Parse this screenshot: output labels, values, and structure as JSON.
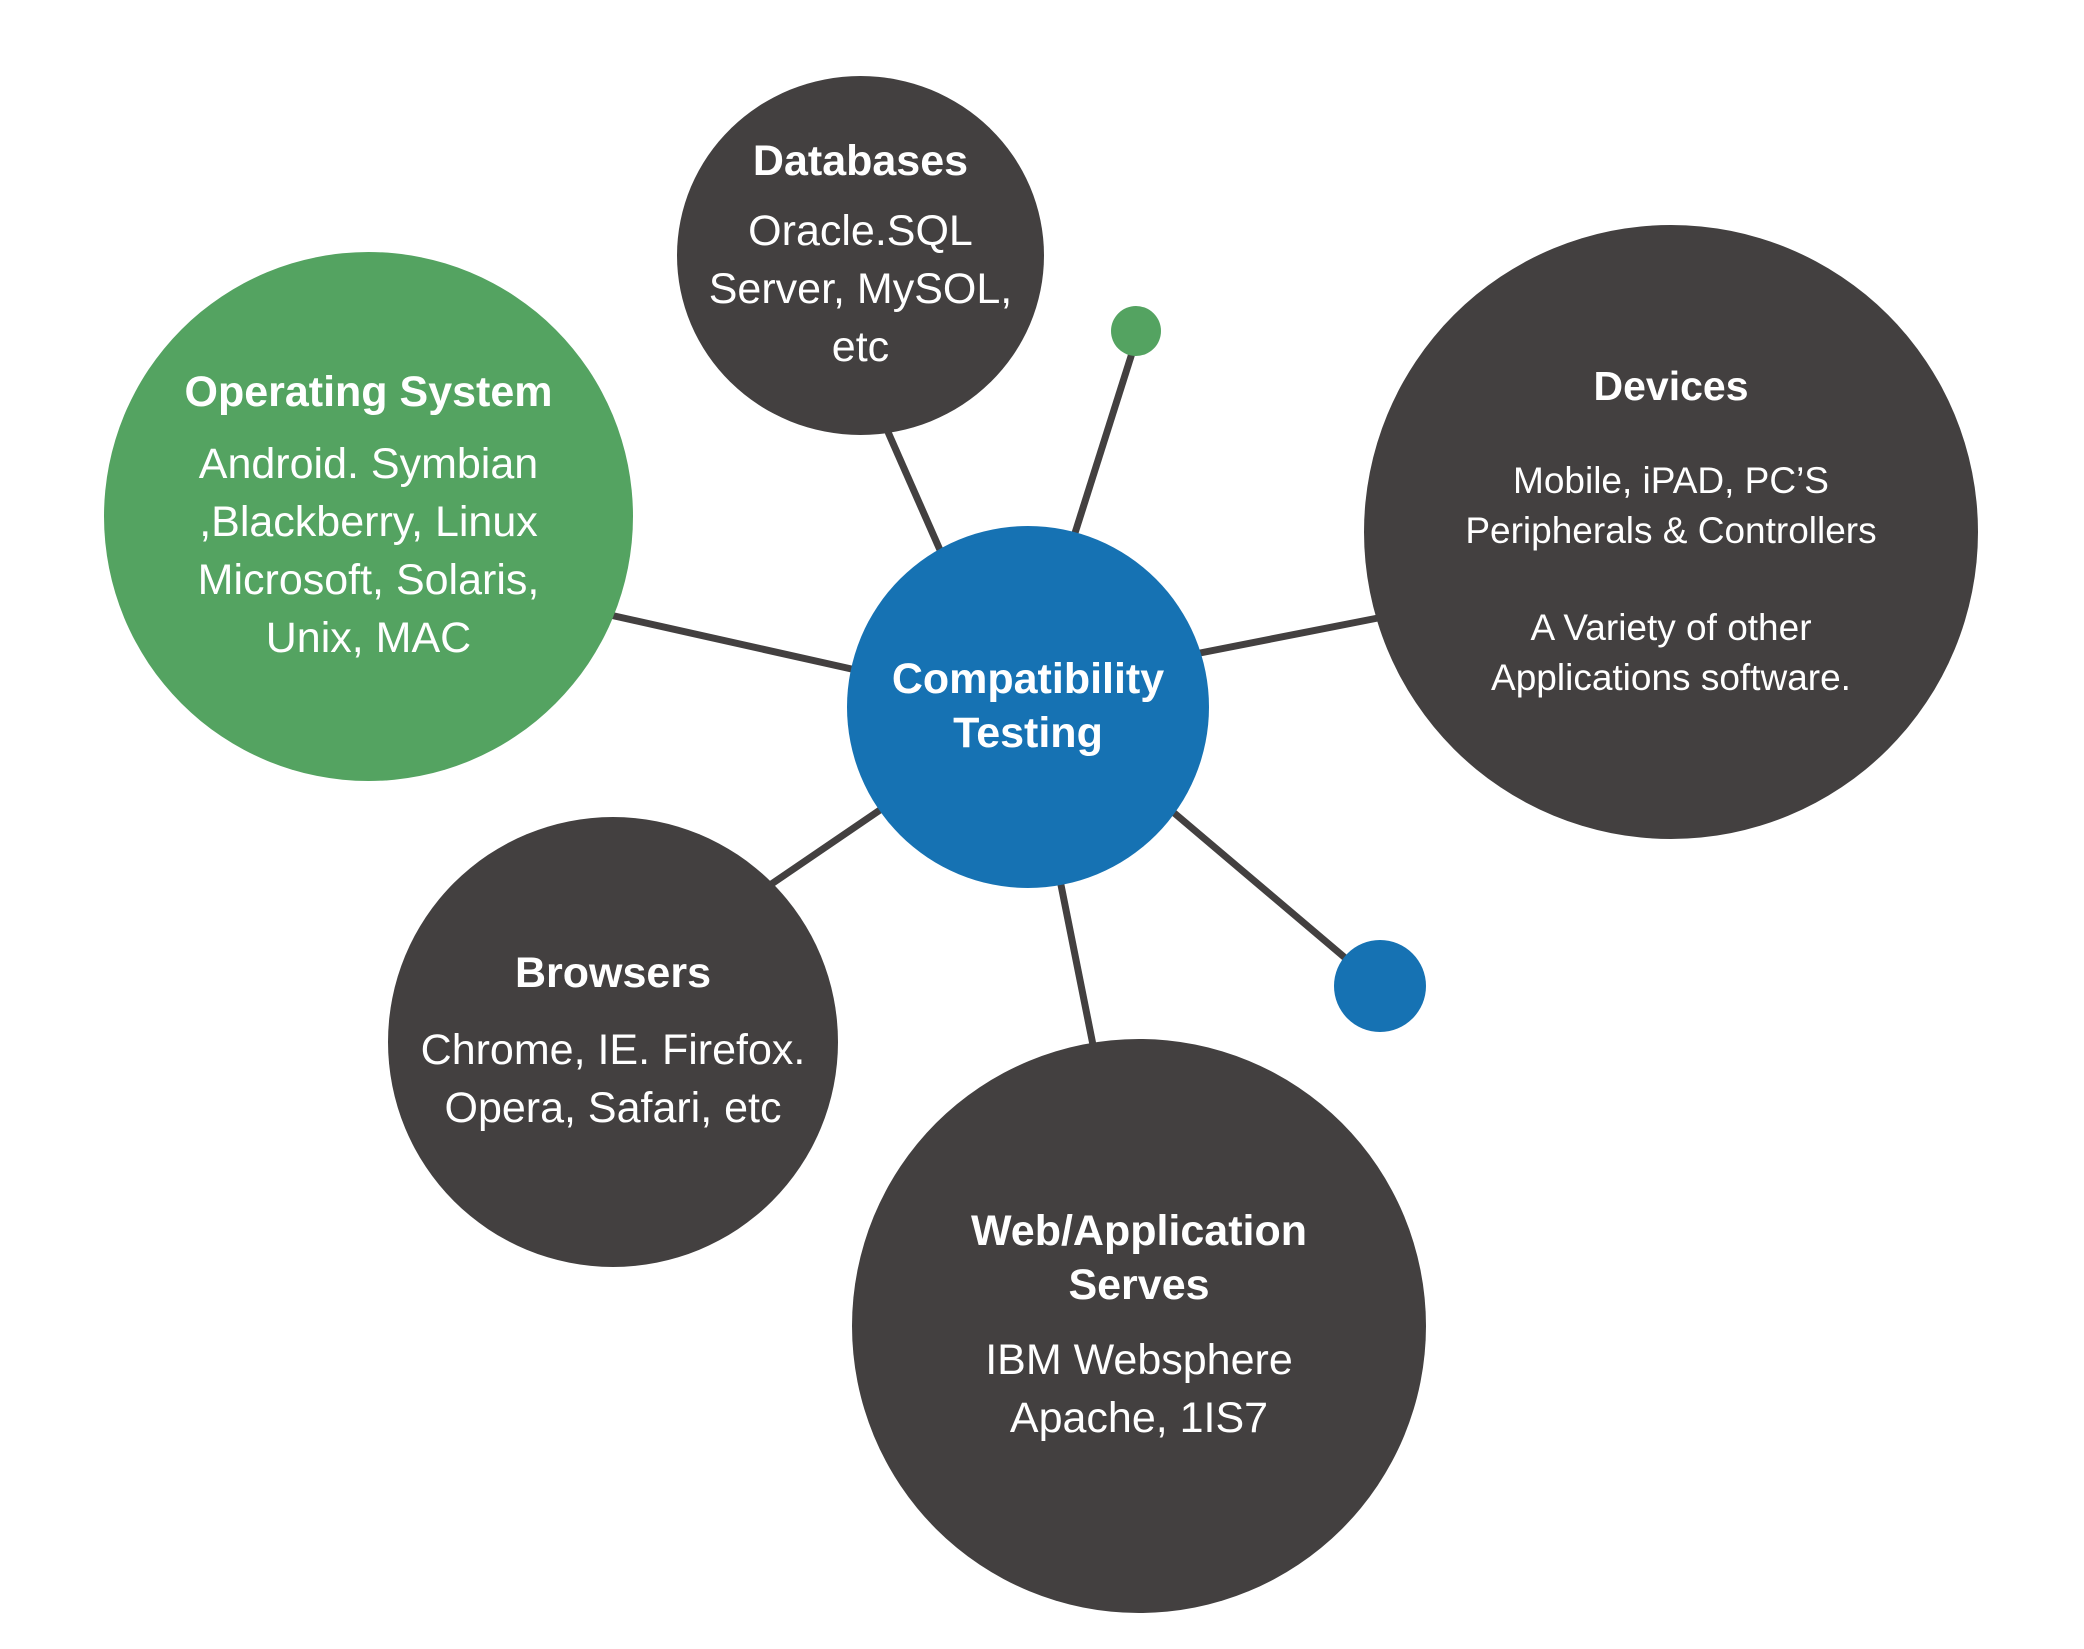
{
  "colors": {
    "dark_node": "#434040",
    "green_node": "#54a361",
    "blue_node": "#1672b3",
    "connector": "#434040",
    "text": "#ffffff"
  },
  "center": {
    "title": "Compatibility\nTesting"
  },
  "nodes": {
    "databases": {
      "title": "Databases",
      "body": "Oracle.SQL\nServer, MySOL,\netc"
    },
    "operating_system": {
      "title": "Operating System",
      "body": "Android. Symbian\n,Blackberry, Linux\nMicrosoft, Solaris,\nUnix, MAC"
    },
    "devices": {
      "title": "Devices",
      "body": "Mobile, iPAD, PC’S\nPeripherals & Controllers",
      "body2": "A Variety of other\nApplications software."
    },
    "browsers": {
      "title": "Browsers",
      "body": "Chrome, IE. Firefox.\nOpera, Safari, etc"
    },
    "web_servers": {
      "title": "Web/Application\nServes",
      "body": "IBM Websphere\nApache, 1IS7"
    }
  }
}
